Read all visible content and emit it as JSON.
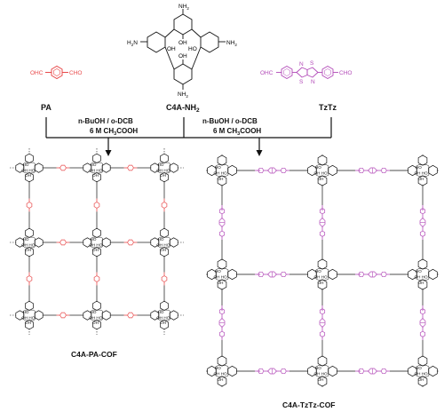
{
  "monomers": {
    "left_label": "PA",
    "center_label": "C4A-NH",
    "center_sub": "2",
    "right_label": "TzTz",
    "nh2": "NH",
    "nh2_sub": "2",
    "h2n": "H",
    "h2n_sub": "2",
    "h2n_tail": "N",
    "oh": "OH",
    "ho": "HO",
    "cho": "CHO",
    "ohc": "OHC",
    "s": "S",
    "n": "N"
  },
  "conditions": {
    "line1": "n-BuOH / o-DCB",
    "line2_prefix": "6 M CH",
    "line2_sub": "3",
    "line2_suffix": "COOH"
  },
  "products": {
    "left": "C4A-PA-COF",
    "right": "C4A-TzTz-COF"
  },
  "node_labels": {
    "ho": "HO",
    "oh": "OH"
  },
  "colors": {
    "pa": "#e8494a",
    "tztz": "#b24ab8",
    "ink": "#111111"
  }
}
